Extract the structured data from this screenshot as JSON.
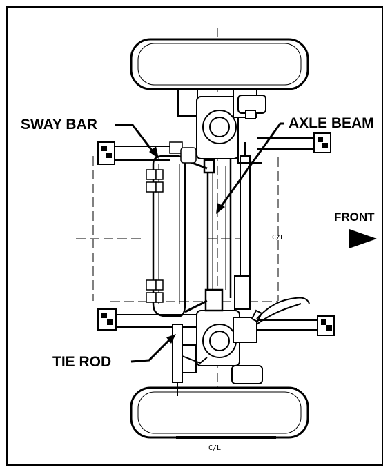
{
  "labels": {
    "sway_bar": "SWAY BAR",
    "axle_beam": "AXLE BEAM",
    "front": "FRONT",
    "tie_rod": "TIE ROD",
    "centerline_mid": "C/L",
    "centerline_bottom": "C/L"
  },
  "colors": {
    "ink": "#000000",
    "paper": "#ffffff"
  }
}
